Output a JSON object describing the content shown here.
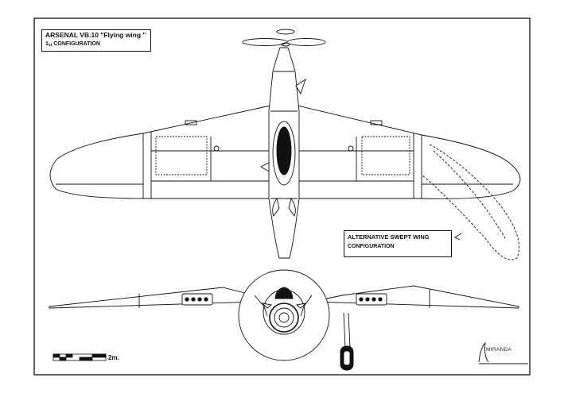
{
  "drawing": {
    "title_line1": "ARSENAL VB.10 \"Flying wing \"",
    "title_ordinal": "1",
    "title_ordinal_suffix": "st",
    "title_line2": "CONFIGURATION",
    "alt_label_line1": "ALTERNATIVE SWEPT WING",
    "alt_label_line2": "CONFIGURATION",
    "scale_label": "2m.",
    "signature": "MIRANDA"
  },
  "colors": {
    "ink": "#111111",
    "paper": "#ffffff",
    "canopy": "#111111"
  }
}
